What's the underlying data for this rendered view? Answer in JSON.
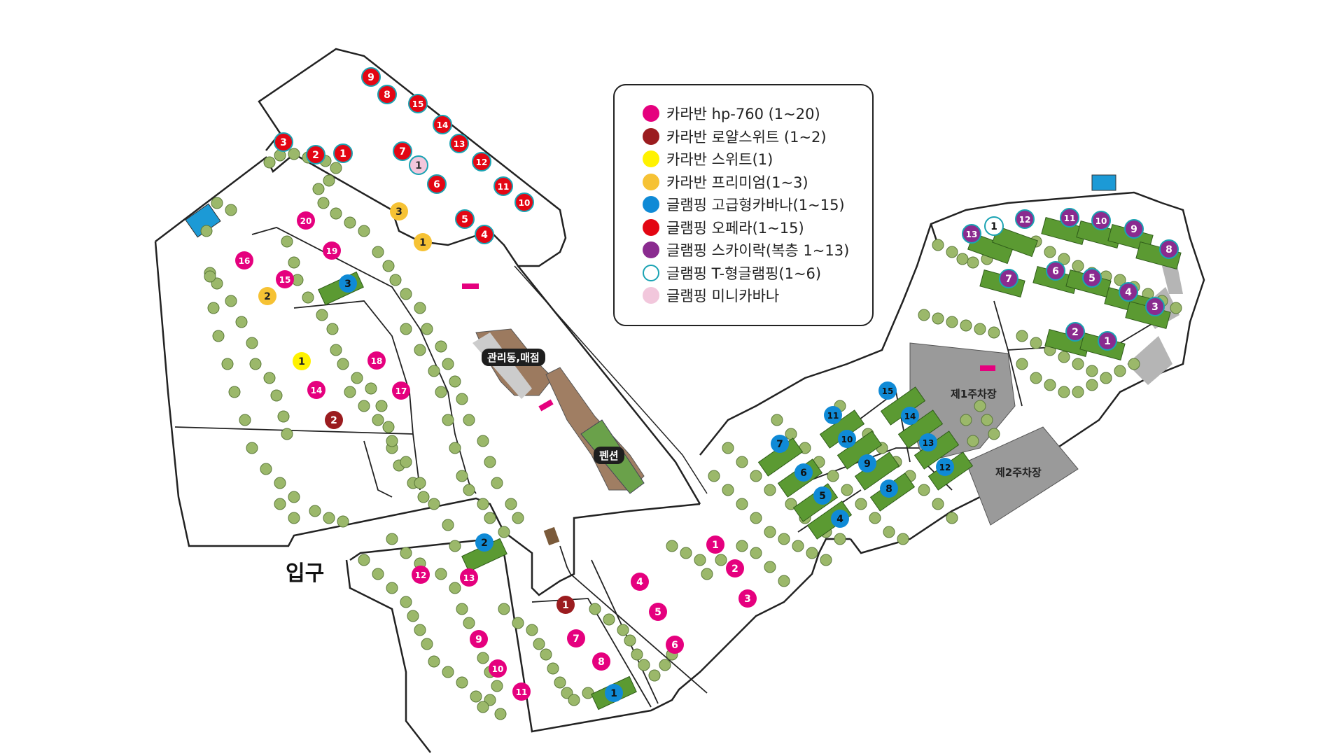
{
  "legend": {
    "items": [
      {
        "label": "카라반 hp-760 (1~20)",
        "color": "#e5007e"
      },
      {
        "label": "카라반 로얄스위트 (1~2)",
        "color": "#9b1c1f"
      },
      {
        "label": "카라반 스위트(1)",
        "color": "#fff200"
      },
      {
        "label": "카라반 프리미엄(1~3)",
        "color": "#f6c234"
      },
      {
        "label": "글램핑 고급형카바나(1~15)",
        "color": "#0f8ad6"
      },
      {
        "label": "글램핑 오페라(1~15)",
        "color": "#e30613"
      },
      {
        "label": "글램핑 스카이락(복층 1~13)",
        "color": "#8a2b8f"
      },
      {
        "label": "글램핑 T-형글램핑(1~6)",
        "color": "#ffffff",
        "stroke": "#1aa3b3"
      },
      {
        "label": "글램핑 미니카바나",
        "color": "#f2c7dc"
      }
    ]
  },
  "places": {
    "office": "관리동,매점",
    "pension": "펜션",
    "parking1": "제1주차장",
    "parking2": "제2주차장",
    "entrance": "입구"
  },
  "colors": {
    "hp760": "#e5007e",
    "royal": "#9b1c1f",
    "suite": "#fff200",
    "premium": "#f6c234",
    "cabana": "#0f8ad6",
    "opera": "#e30613",
    "skylark": "#8a2b8f",
    "tglamp": "#ffffff",
    "mini": "#f2c7dc",
    "tree": "#9bb86a",
    "pad_green": "#5b9a32",
    "lot_gray": "#9a9a9a"
  },
  "markers": {
    "hp760": [
      "1",
      "2",
      "3",
      "4",
      "5",
      "6",
      "7",
      "8",
      "9",
      "10",
      "11",
      "12",
      "13",
      "14",
      "15",
      "16",
      "17",
      "18",
      "19",
      "20"
    ],
    "royal": [
      "1",
      "2"
    ],
    "suite": [
      "1"
    ],
    "premium": [
      "1",
      "2",
      "3"
    ],
    "cabana": [
      "1",
      "2",
      "3",
      "4",
      "5",
      "6",
      "7",
      "8",
      "9",
      "10",
      "11",
      "12",
      "13",
      "14",
      "15"
    ],
    "opera": [
      "1",
      "2",
      "3",
      "4",
      "5",
      "6",
      "7",
      "8",
      "9",
      "10",
      "11",
      "12",
      "13",
      "14",
      "15"
    ],
    "skylark": [
      "1",
      "2",
      "3",
      "4",
      "5",
      "6",
      "7",
      "8",
      "9",
      "10",
      "11",
      "12",
      "13"
    ],
    "tglamp": [
      "1"
    ],
    "mini": [
      "1"
    ]
  }
}
